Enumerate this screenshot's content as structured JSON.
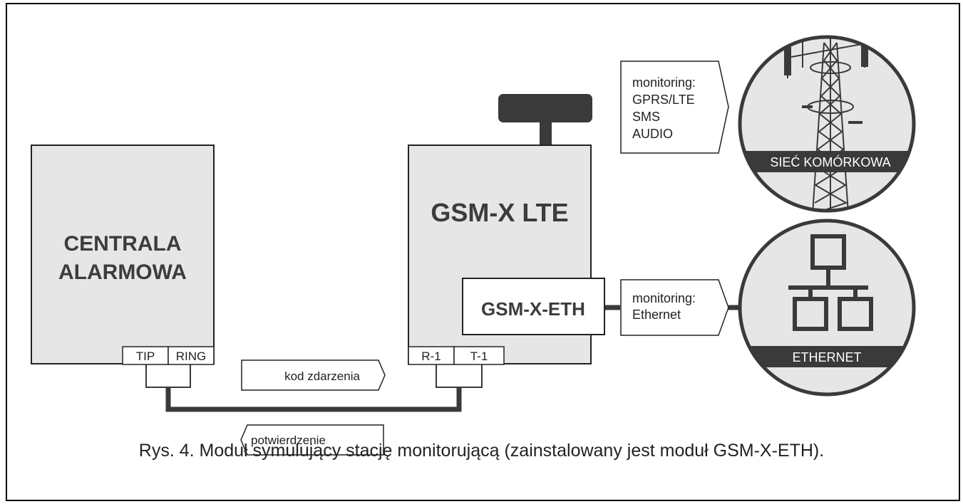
{
  "devices": {
    "panel_line1": "CENTRALA",
    "panel_line2": "ALARMOWA",
    "panel_tip": "TIP",
    "panel_ring": "RING",
    "module_title": "GSM-X LTE",
    "module_r1": "R-1",
    "module_t1": "T-1",
    "eth_module": "GSM-X-ETH"
  },
  "flows": {
    "event_code": "kod zdarzenia",
    "confirmation": "potwierdzenie",
    "cellular_monitoring": [
      "monitoring:",
      "GPRS/LTE",
      "SMS",
      "AUDIO"
    ],
    "ethernet_monitoring": [
      "monitoring:",
      "Ethernet"
    ]
  },
  "networks": {
    "cellular": "SIEĆ KOMÓRKOWA",
    "ethernet": "ETHERNET"
  },
  "caption": "Rys. 4. Moduł symulujący stację monitorującą (zainstalowany jest moduł GSM-X-ETH).",
  "colors": {
    "box_fill": "#e6e6e6",
    "wire": "#3a3a3a",
    "label_fill": "#3a3a3a"
  }
}
